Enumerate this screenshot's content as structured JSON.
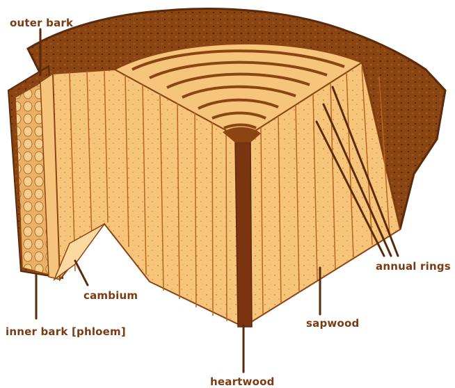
{
  "labels": {
    "outer_bark": "outer bark",
    "inner_bark": "inner bark [phloem]",
    "cambium": "cambium",
    "heartwood": "heartwood",
    "sapwood": "sapwood",
    "annual_rings": "annual rings"
  },
  "colors": {
    "bark": "#8b4513",
    "bark_dark": "#5a2a0a",
    "wood_light": "#fbd9a0",
    "wood_mid": "#f3b869",
    "wood_grain": "#c9772a",
    "heartwood": "#7a3510",
    "label_text": "#7a3b12",
    "background": "#ffffff"
  }
}
